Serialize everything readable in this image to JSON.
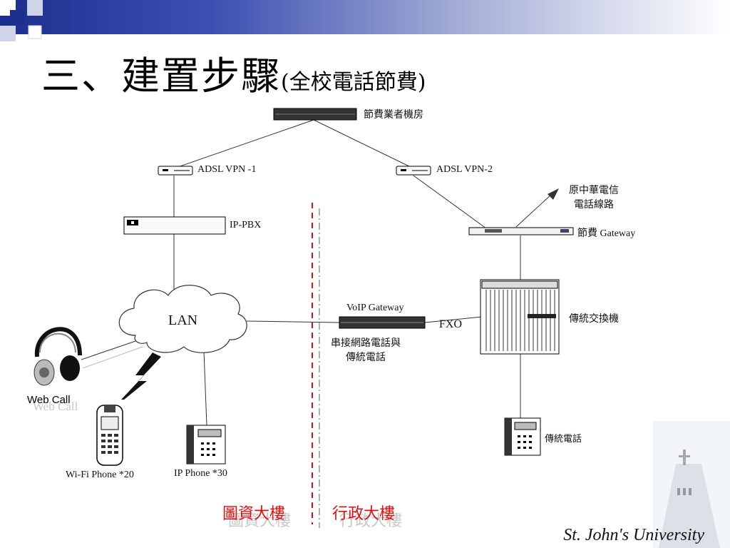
{
  "title": {
    "main": "三、建置步驟",
    "sub": "(全校電話節費)"
  },
  "nodes": {
    "isp_room": "節費業者機房",
    "adsl_vpn_1": "ADSL VPN -1",
    "adsl_vpn_2": "ADSL VPN-2",
    "ip_pbx": "IP-PBX",
    "cht_line": [
      "原中華電信",
      "電話線路"
    ],
    "gateway": "節費 Gateway",
    "lan": "LAN",
    "voip_gateway": "VoIP Gateway",
    "voip_desc": [
      "串接網路電話與",
      "傳統電話"
    ],
    "fxo": "FXO",
    "pbx": "傳統交換機",
    "legacy_phone": "傳統電話",
    "web_call": "Web Call",
    "web_call_ghost": "Web Call",
    "wifi_phone": "Wi-Fi Phone *20",
    "ip_phone": "IP Phone *30"
  },
  "buildings": {
    "left": "圖資大樓",
    "right": "行政大樓",
    "left_ghost": "圖資大樓",
    "right_ghost": "行政大樓"
  },
  "footer": {
    "logo_text": "St. John's University"
  },
  "colors": {
    "topbar_dark": "#1c2f8f",
    "divider_red": "#e01010",
    "divider_gray": "#b0b0b0"
  }
}
